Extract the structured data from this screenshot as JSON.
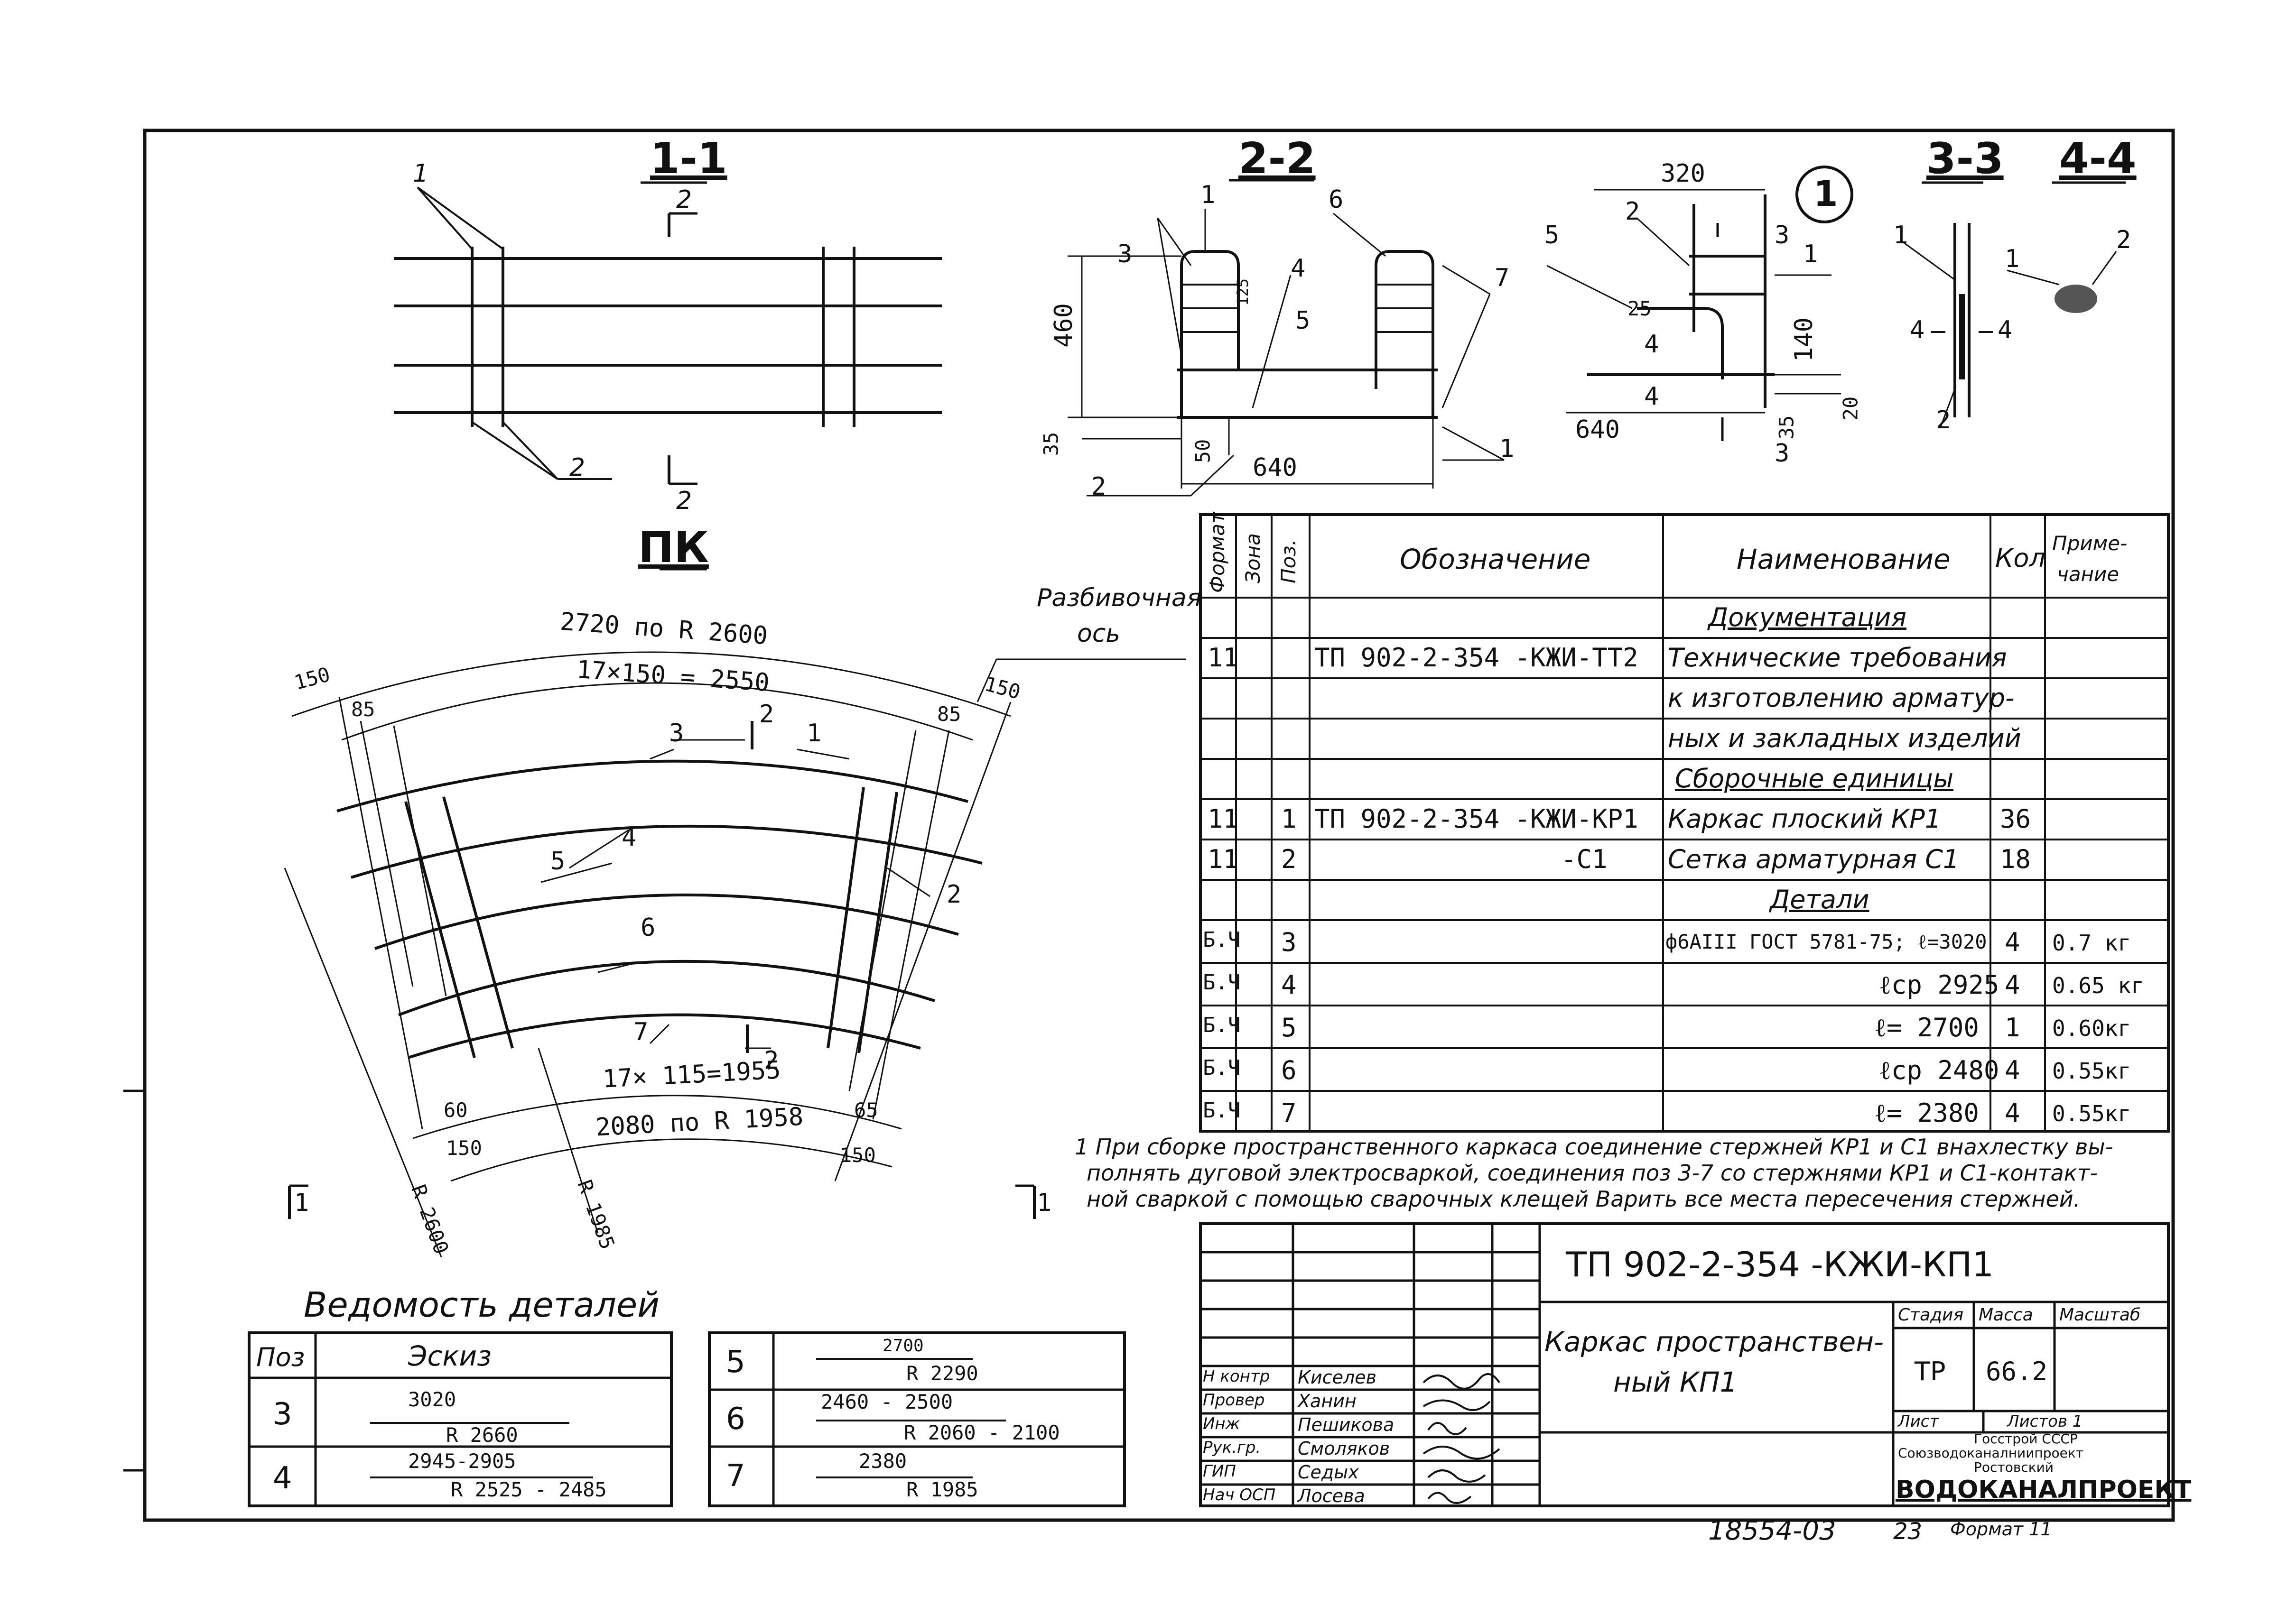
{
  "sections": {
    "s11": "1-1",
    "s22": "2-2",
    "s33": "3-3",
    "s44": "4-4",
    "pk": "ПК",
    "node": "1"
  },
  "s11_marks": {
    "top": "1",
    "bottom": "2",
    "cut_top": "2",
    "cut_bottom": "2"
  },
  "s22_dims": {
    "w320": "320",
    "h460": "460",
    "d35": "35",
    "d50": "50",
    "w640": "640",
    "d125": "125",
    "d140": "140",
    "d20": "20",
    "d35b": "35",
    "d25": "25",
    "w640b": "640"
  },
  "s22_marks": {
    "m3": "3",
    "m1": "1",
    "m6": "6",
    "m4": "4",
    "m5": "5",
    "m7": "7",
    "m2": "2",
    "m1b": "1",
    "n5": "5",
    "n2": "2",
    "n3a": "3",
    "n3b": "3",
    "n1": "1",
    "n4a": "4",
    "n4b": "4"
  },
  "s33_marks": {
    "m1": "1",
    "m2": "2",
    "a4": "4",
    "b4": "4"
  },
  "s44_marks": {
    "m1": "1",
    "m2": "2"
  },
  "pk": {
    "top_arc": "2720 по R 2600",
    "top_inner": "17×150 = 2550",
    "d150a": "150",
    "d85a": "85",
    "d85b": "85",
    "d150b": "150",
    "axis_label_1": "Разбивочная",
    "axis_label_2": "ось",
    "bottom_inner": "17× 115=1955",
    "bottom_arc": "2080 по R 1958",
    "d60": "60",
    "d150c": "150",
    "d65": "65",
    "d150d": "150",
    "r2600": "R 2600",
    "r1985": "R 1985",
    "m3": "3",
    "m4": "4",
    "m5": "5",
    "m6": "6",
    "m7": "7",
    "m1": "1",
    "m2": "2",
    "m2b": "2",
    "m2c": "2",
    "cut_left": "1",
    "cut_right": "1"
  },
  "spec": {
    "headers": [
      "Формат",
      "Зона",
      "Поз.",
      "Обозначение",
      "Наименование",
      "Кол",
      "Приме-",
      "чание"
    ],
    "rows": [
      {
        "fmt": "",
        "zone": "",
        "pos": "",
        "des": "",
        "name": "Документация",
        "qty": "",
        "note": "",
        "section": true
      },
      {
        "fmt": "11",
        "zone": "",
        "pos": "",
        "des": "ТП 902-2-354 -КЖИ-ТТ2",
        "name": "Технические требования",
        "qty": "",
        "note": ""
      },
      {
        "fmt": "",
        "zone": "",
        "pos": "",
        "des": "",
        "name": "к изготовлению арматур-",
        "qty": "",
        "note": ""
      },
      {
        "fmt": "",
        "zone": "",
        "pos": "",
        "des": "",
        "name": "ных и закладных изделий",
        "qty": "",
        "note": ""
      },
      {
        "fmt": "",
        "zone": "",
        "pos": "",
        "des": "",
        "name": "Сборочные единицы",
        "qty": "",
        "note": "",
        "section": true
      },
      {
        "fmt": "11",
        "zone": "",
        "pos": "1",
        "des": "ТП 902-2-354 -КЖИ-КР1",
        "name": "Каркас плоский КР1",
        "qty": "36",
        "note": ""
      },
      {
        "fmt": "11",
        "zone": "",
        "pos": "2",
        "des": "-С1",
        "name": "Сетка арматурная С1",
        "qty": "18",
        "note": ""
      },
      {
        "fmt": "",
        "zone": "",
        "pos": "",
        "des": "",
        "name": "Детали",
        "qty": "",
        "note": "",
        "section": true
      },
      {
        "fmt": "Б.Ч",
        "zone": "",
        "pos": "3",
        "des": "",
        "name": "ф6АIII ГОСТ 5781-75; ℓ=3020",
        "qty": "4",
        "note": "0.7 кг"
      },
      {
        "fmt": "Б.Ч",
        "zone": "",
        "pos": "4",
        "des": "",
        "name": "ℓср 2925",
        "qty": "4",
        "note": "0.65 кг"
      },
      {
        "fmt": "Б.Ч",
        "zone": "",
        "pos": "5",
        "des": "",
        "name": "ℓ= 2700",
        "qty": "1",
        "note": "0.60кг"
      },
      {
        "fmt": "Б.Ч",
        "zone": "",
        "pos": "6",
        "des": "",
        "name": "ℓср 2480",
        "qty": "4",
        "note": "0.55кг"
      },
      {
        "fmt": "Б.Ч",
        "zone": "",
        "pos": "7",
        "des": "",
        "name": "ℓ= 2380",
        "qty": "4",
        "note": "0.55кг"
      }
    ]
  },
  "note": {
    "line1": "1 При сборке пространственного каркаса соединение стержней КР1 и С1 внахлестку вы-",
    "line2": "полнять дуговой электросваркой, соединения поз 3-7 со стержнями КР1 и С1-контакт-",
    "line3": "ной сваркой с помощью сварочных клещей Варить все места пересечения стержней."
  },
  "details": {
    "title": "Ведомость деталей",
    "hdr_pos": "Поз",
    "hdr_sketch": "Эскиз",
    "items": [
      {
        "pos": "3",
        "len": "3020",
        "rad": "R 2660"
      },
      {
        "pos": "4",
        "len": "2945-2905",
        "rad": "R 2525 - 2485"
      },
      {
        "pos": "5",
        "len": "2700",
        "rad": "R 2290"
      },
      {
        "pos": "6",
        "len": "2460 - 2500",
        "rad": "R 2060 - 2100"
      },
      {
        "pos": "7",
        "len": "2380",
        "rad": "R 1985"
      }
    ]
  },
  "stamp": {
    "code": "ТП 902-2-354 -КЖИ-КП1",
    "title_1": "Каркас пространствен-",
    "title_2": "ный КП1",
    "stage_hdr": "Стадия",
    "mass_hdr": "Масса",
    "scale_hdr": "Масштаб",
    "stage": "ТР",
    "mass": "66.2",
    "sheet": "Лист",
    "sheets": "Листов 1",
    "org_1": "Госстрой СССР",
    "org_2": "Союзводоканалниипроект",
    "org_3": "Ростовский",
    "org_4": "ВОДОКАНАЛПРОЕКТ",
    "people": [
      {
        "role": "Н контр",
        "name": "Киселев"
      },
      {
        "role": "Провер",
        "name": "Ханин"
      },
      {
        "role": "Инж",
        "name": "Пешикова"
      },
      {
        "role": "Рук.гр.",
        "name": "Смоляков"
      },
      {
        "role": "ГИП",
        "name": "Седых"
      },
      {
        "role": "Нач ОСП",
        "name": "Лосева"
      }
    ]
  },
  "footer": {
    "number": "18554-03",
    "page": "23",
    "format": "Формат 11"
  }
}
